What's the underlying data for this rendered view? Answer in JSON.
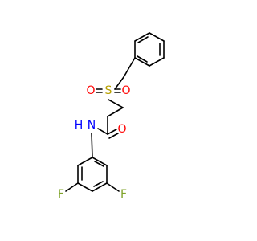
{
  "molecule": {
    "atoms": {
      "sulfur": "S",
      "sulfonyl_oxygen_left": "O",
      "sulfonyl_oxygen_right": "O",
      "carbonyl_oxygen": "O",
      "amide_nitrogen": "N",
      "amide_hydrogen": "H",
      "fluorine_left": "F",
      "fluorine_right": "F"
    },
    "colors": {
      "sulfur": "#b8a000",
      "oxygen": "#ff0000",
      "nitrogen": "#0000ff",
      "fluorine": "#7fa32a",
      "bond": "#000000"
    }
  }
}
